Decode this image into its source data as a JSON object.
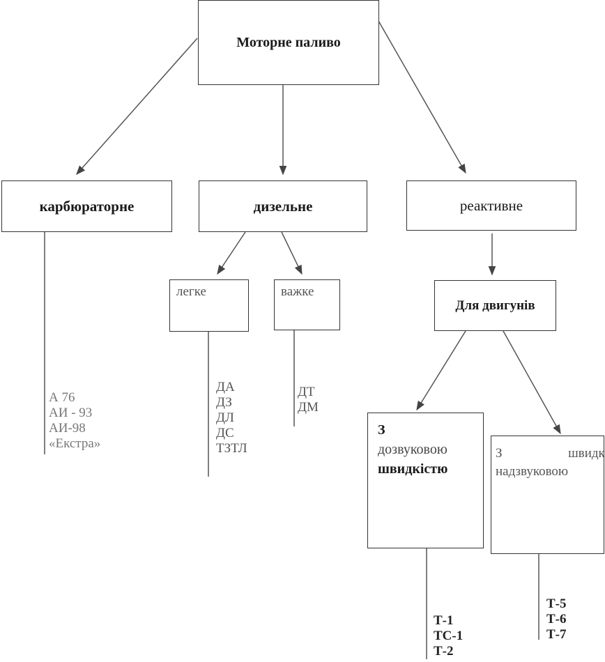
{
  "nodes": {
    "root": "Моторне паливо",
    "carburetor": "карбюраторне",
    "diesel": "дизельне",
    "jet": "реактивне",
    "light": "легке",
    "heavy": "важке",
    "engines": "Для двигунів",
    "subsonic": [
      "З",
      "дозвуковою",
      "швидкістю"
    ],
    "supersonic": [
      "З надзвуковою",
      "швидкістю"
    ]
  },
  "lists": {
    "carburetor": [
      "А 76",
      "АИ - 93",
      "АИ-98",
      "«Екстра»"
    ],
    "light": [
      "ДА",
      "ДЗ",
      "ДЛ",
      "ДС",
      "ТЗТЛ"
    ],
    "heavy": [
      "ДТ",
      "ДМ"
    ],
    "subsonic": [
      "Т-1",
      "ТС-1",
      "Т-2"
    ],
    "supersonic": [
      "Т-5",
      "Т-6",
      "Т-7"
    ]
  }
}
